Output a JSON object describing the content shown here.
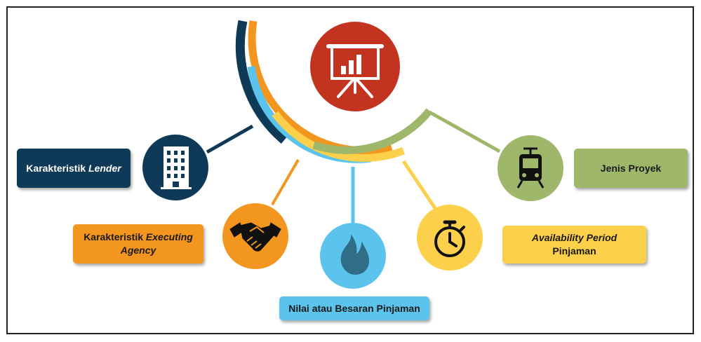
{
  "colors": {
    "navy": "#0e3a57",
    "orange": "#f39620",
    "skyblue": "#5bc3ec",
    "yellow": "#fcd04a",
    "green": "#9fb76a",
    "red": "#c23320"
  },
  "center": {
    "icon": "presentation-chart-icon"
  },
  "items": [
    {
      "id": "lender",
      "prefix": "Karakteristik ",
      "emph": "Lender",
      "suffix": "",
      "icon": "office-building-icon"
    },
    {
      "id": "agency",
      "prefix": "Karakteristik ",
      "emph": "Executing Agency",
      "suffix": "",
      "icon": "handshake-icon"
    },
    {
      "id": "nilai",
      "prefix": "Nilai atau Besaran Pinjaman",
      "emph": "",
      "suffix": "",
      "icon": "flame-icon"
    },
    {
      "id": "period",
      "prefix": "",
      "emph": "Availability Period",
      "suffix": "Pinjaman",
      "icon": "stopwatch-icon"
    },
    {
      "id": "jenis",
      "prefix": "Jenis Proyek",
      "emph": "",
      "suffix": "",
      "icon": "train-icon"
    }
  ]
}
